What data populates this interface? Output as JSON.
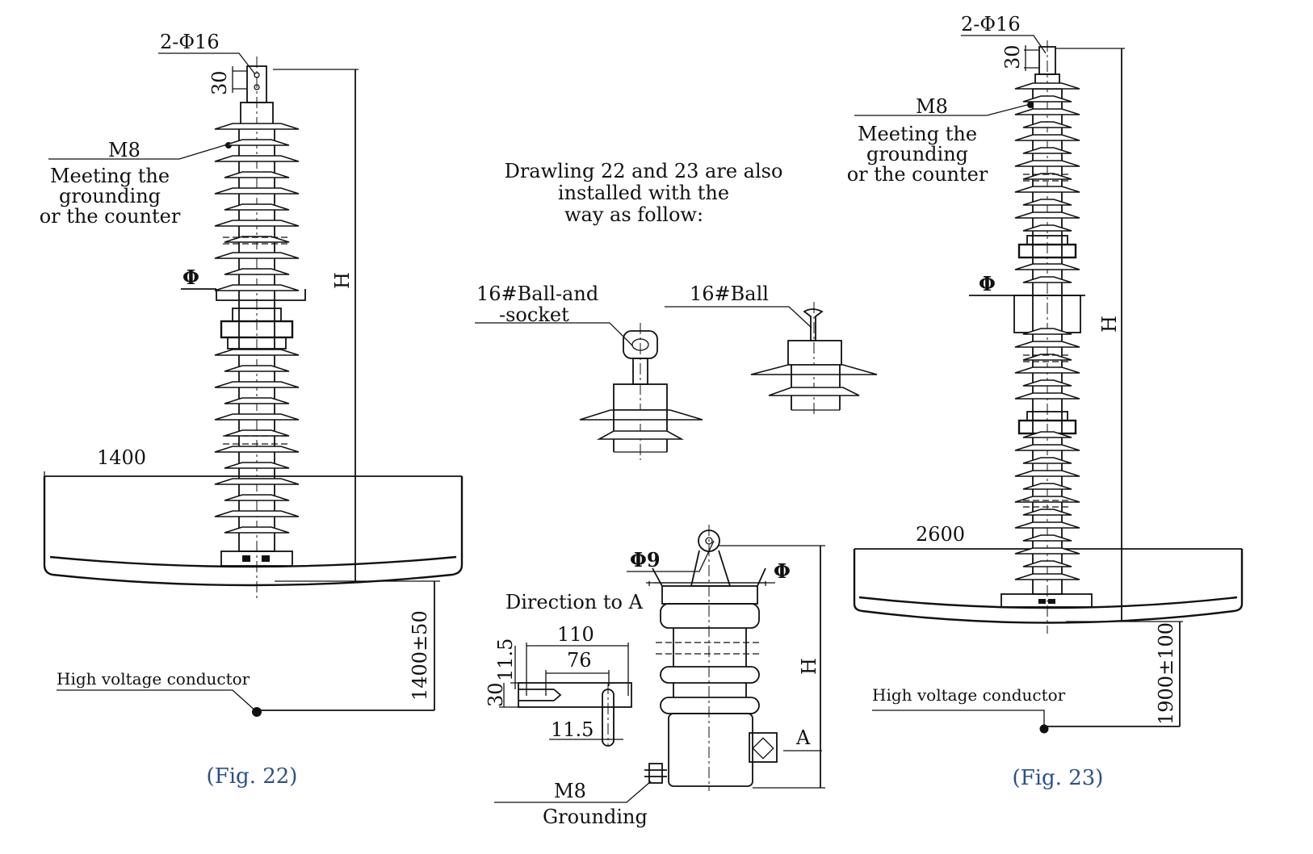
{
  "intro": {
    "line1": "Drawling 22 and 23 are also",
    "line2": "installed with the",
    "line3": "way as follow:"
  },
  "fig22": {
    "caption": "(Fig. 22)",
    "top_hole": "2-Φ16",
    "dim_30": "30",
    "bolt": "M8",
    "note_line1": "Meeting the",
    "note_line2": "grounding",
    "note_line3": "or the counter",
    "phi": "Φ",
    "height": "H",
    "width": "1400",
    "clearance": "1400±50",
    "conductor": "High voltage conductor"
  },
  "fig23": {
    "caption": "(Fig. 23)",
    "top_hole": "2-Φ16",
    "dim_30": "30",
    "bolt": "M8",
    "note_line1": "Meeting the",
    "note_line2": "grounding",
    "note_line3": "or the counter",
    "phi": "Φ",
    "height": "H",
    "width": "2600",
    "clearance": "1900±100",
    "conductor": "High voltage conductor"
  },
  "fittings": {
    "ball_socket_line1": "16#Ball-and",
    "ball_socket_line2": "-socket",
    "ball": "16#Ball"
  },
  "bottom_detail": {
    "hole": "Φ9",
    "phi": "Φ",
    "height": "H",
    "section": "A",
    "direction": "Direction to A",
    "dim_110": "110",
    "dim_76": "76",
    "dim_11_5_top": "11.5",
    "dim_30": "30",
    "dim_11_5_bottom": "11.5",
    "bolt": "M8",
    "grounding": "Grounding"
  }
}
